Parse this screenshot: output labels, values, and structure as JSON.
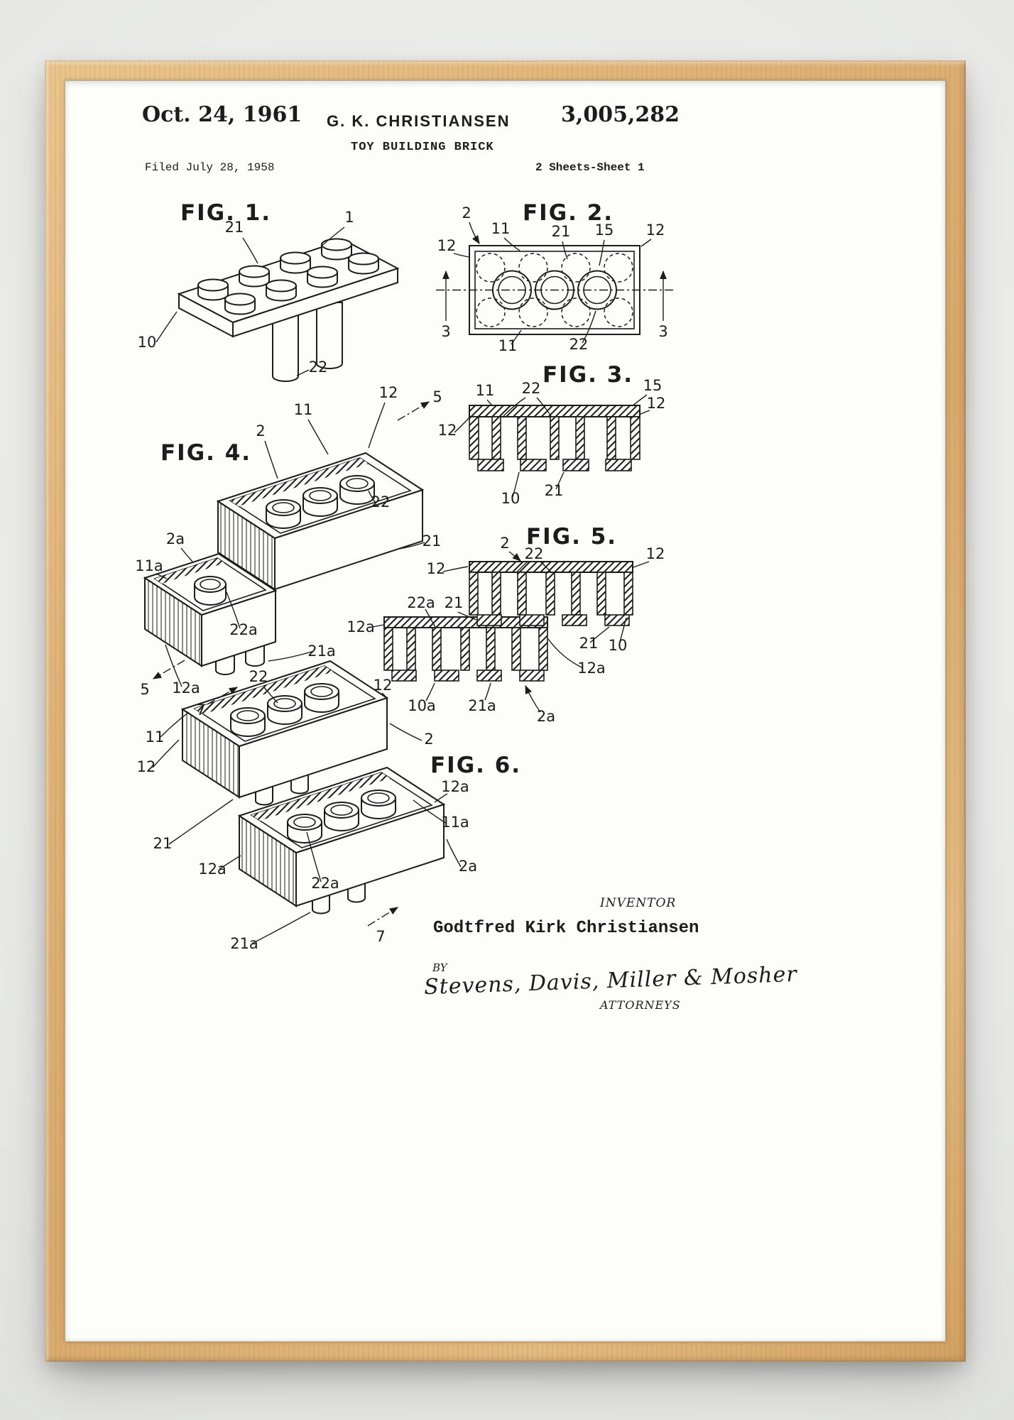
{
  "colors": {
    "background": "#e9eae8",
    "frame_wood": "#ddb077",
    "paper": "#fdfdfa",
    "ink": "#1c1c1c"
  },
  "header": {
    "date": "Oct. 24, 1961",
    "author": "G. K. CHRISTIANSEN",
    "title": "TOY BUILDING BRICK",
    "patent_number": "3,005,282",
    "filed": "Filed July 28, 1958",
    "sheet_info": "2 Sheets-Sheet 1"
  },
  "figures": {
    "fig1": {
      "label": "FIG. 1.",
      "callouts": [
        "1",
        "21",
        "10",
        "22"
      ]
    },
    "fig2": {
      "label": "FIG. 2.",
      "callouts": [
        "2",
        "11",
        "21",
        "15",
        "12",
        "12",
        "3",
        "3",
        "11",
        "22"
      ]
    },
    "fig3": {
      "label": "FIG. 3.",
      "callouts": [
        "11",
        "22",
        "15",
        "12",
        "12",
        "10",
        "21"
      ]
    },
    "fig4": {
      "label": "FIG. 4.",
      "callouts": [
        "12",
        "5",
        "11",
        "2",
        "22",
        "21",
        "2a",
        "11a",
        "22a",
        "21a",
        "12a",
        "5"
      ]
    },
    "fig5": {
      "label": "FIG. 5.",
      "callouts": [
        "2",
        "22",
        "12",
        "12",
        "22a",
        "21",
        "12a",
        "21",
        "10",
        "12a",
        "10a",
        "21a",
        "2a"
      ]
    },
    "fig6": {
      "label": "FIG. 6.",
      "callouts": [
        "22",
        "12",
        "7",
        "2",
        "11",
        "12",
        "12a",
        "11a",
        "21",
        "12a",
        "2a",
        "22a",
        "21a",
        "7"
      ]
    }
  },
  "footer": {
    "inventor_label": "INVENTOR",
    "inventor_name": "Godtfred Kirk Christiansen",
    "by_label": "BY",
    "signature": "Stevens, Davis, Miller & Mosher",
    "attorneys_label": "ATTORNEYS"
  }
}
